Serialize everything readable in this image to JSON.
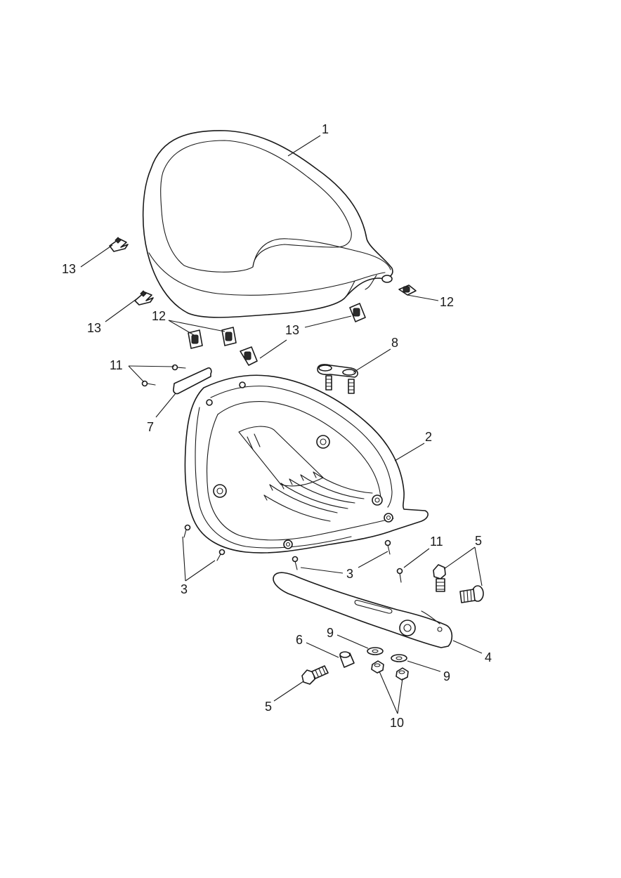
{
  "callouts": {
    "c1": "1",
    "c2": "2",
    "c3a": "3",
    "c3b": "3",
    "c4": "4",
    "c5a": "5",
    "c5b": "5",
    "c6": "6",
    "c7": "7",
    "c8": "8",
    "c9a": "9",
    "c9b": "9",
    "c10": "10",
    "c11a": "11",
    "c11b": "11",
    "c12a": "12",
    "c12b": "12",
    "c13a": "13",
    "c13b": "13",
    "c13c": "13"
  },
  "colors": {
    "line": "#1a1a1a",
    "background": "#ffffff"
  }
}
